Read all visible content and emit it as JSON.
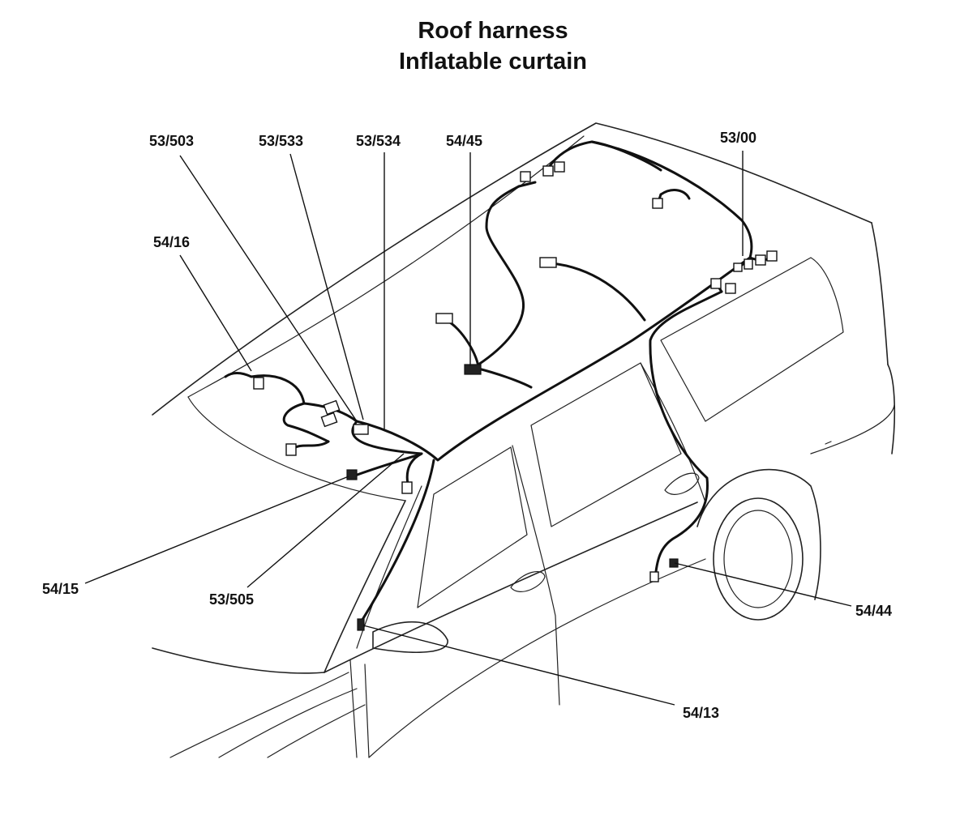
{
  "title": {
    "line1": "Roof harness",
    "line2": "Inflatable curtain"
  },
  "callouts": [
    {
      "id": "53-503",
      "label": "53/503"
    },
    {
      "id": "53-533",
      "label": "53/533"
    },
    {
      "id": "53-534",
      "label": "53/534"
    },
    {
      "id": "54-45",
      "label": "54/45"
    },
    {
      "id": "53-00",
      "label": "53/00"
    },
    {
      "id": "54-16",
      "label": "54/16"
    },
    {
      "id": "54-15",
      "label": "54/15"
    },
    {
      "id": "53-505",
      "label": "53/505"
    },
    {
      "id": "54-44",
      "label": "54/44"
    },
    {
      "id": "54-13",
      "label": "54/13"
    }
  ]
}
